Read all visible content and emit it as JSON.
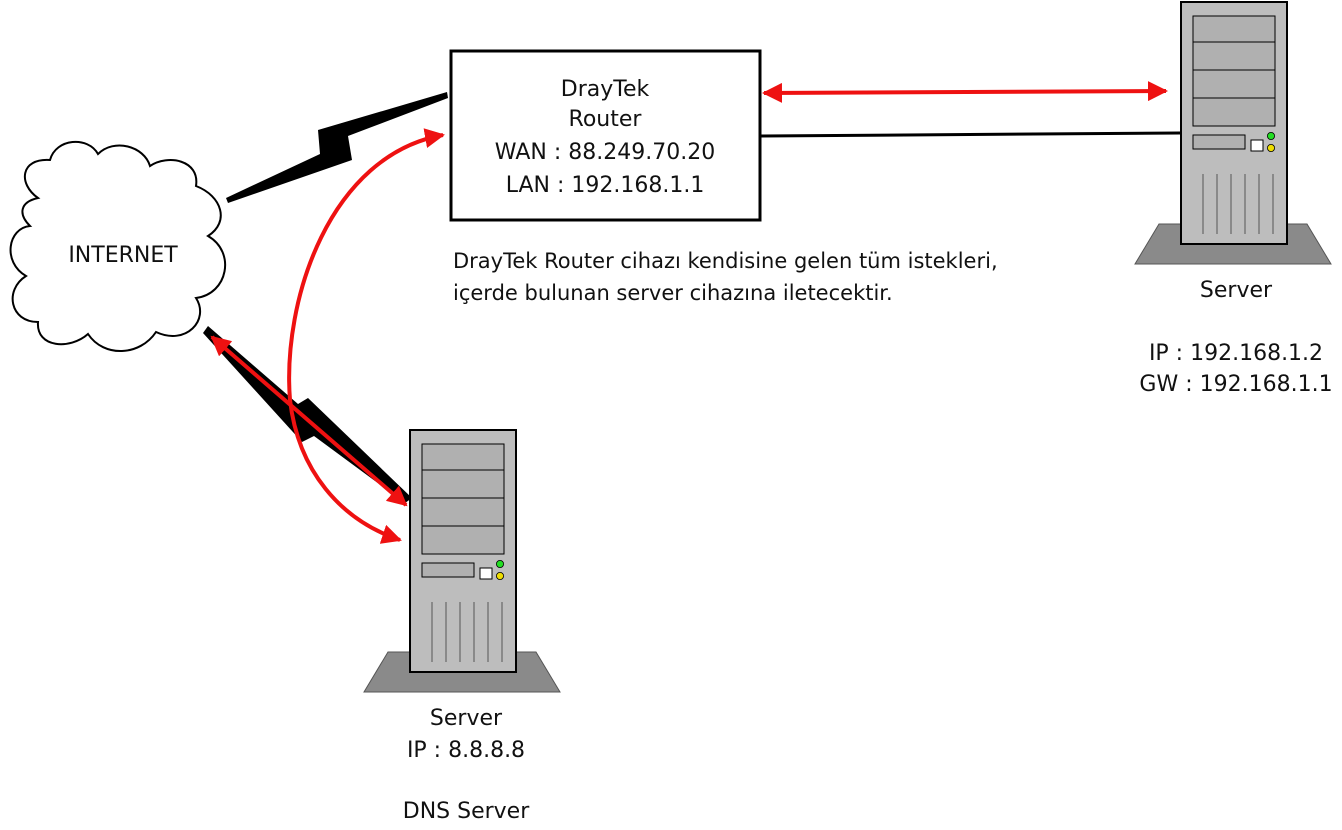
{
  "colors": {
    "arrow": "#ee1111",
    "line": "#000000",
    "server_body": "#bbbbbb",
    "server_base": "#888888",
    "led_green": "#22dd22",
    "led_yellow": "#eedd00"
  },
  "internet": {
    "label": "INTERNET",
    "icon": "cloud-icon"
  },
  "router": {
    "name_line1": "DrayTek",
    "name_line2": "Router",
    "wan": "WAN : 88.249.70.20",
    "lan": "LAN : 192.168.1.1"
  },
  "note": {
    "line1": "DrayTek Router cihazı kendisine gelen tüm istekleri,",
    "line2": "içerde bulunan server cihazına iletecektir."
  },
  "server_local": {
    "icon": "server-icon",
    "label": "Server",
    "ip": "IP : 192.168.1.2",
    "gw": "GW : 192.168.1.1"
  },
  "server_dns": {
    "icon": "server-icon",
    "label": "Server",
    "ip": "IP : 8.8.8.8",
    "role": "DNS Server"
  }
}
